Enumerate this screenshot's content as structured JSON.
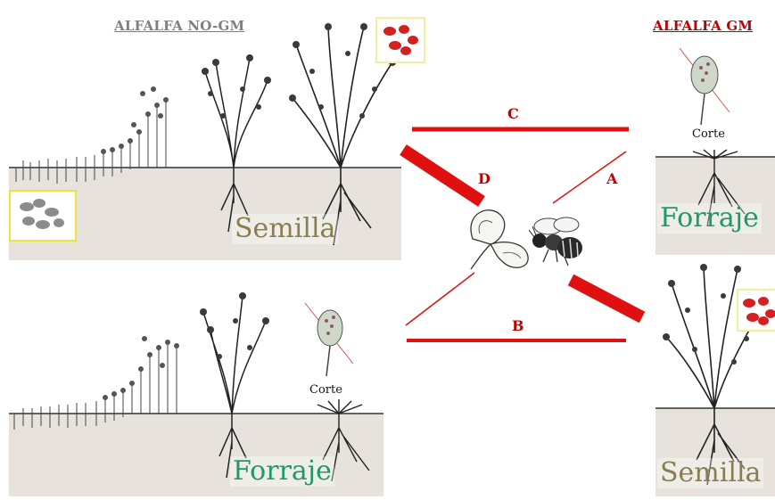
{
  "titles": {
    "no_gm": "ALFALFA NO-GM",
    "gm": "ALFALFA GM"
  },
  "labels": {
    "top_left": "Semilla",
    "bottom_left": "Forraje",
    "top_right": "Forraje",
    "bottom_right": "Semilla",
    "corte_right": "Corte",
    "corte_left": "Corte"
  },
  "arrows": {
    "a": "A",
    "b": "B",
    "c": "C",
    "d": "D"
  },
  "colors": {
    "title_no_gm": "#7f7f7f",
    "title_gm": "#c00000",
    "semilla": "#8a7d4e",
    "forraje": "#1e9a62",
    "arrow": "#e01010",
    "soil": "#e7e3dc",
    "grey_seed": "#8c8c8c",
    "red_seed": "#d42020",
    "seed_box_border_gm": "#f2ef9c",
    "seed_box_border_nogm": "#f0e23c"
  },
  "icons": {
    "flower": "alfalfa-flower-icon",
    "bee": "bee-icon",
    "seeds": "seed-cluster-icon",
    "cut_flower": "cut-flower-icon"
  }
}
